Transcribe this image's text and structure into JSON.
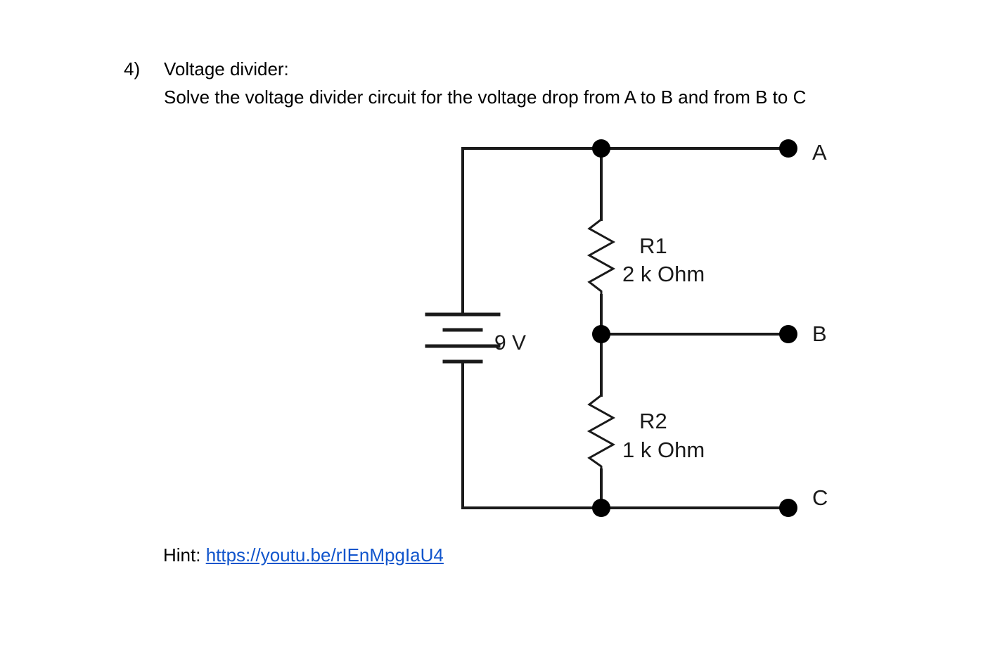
{
  "question": {
    "number": "4)",
    "title": "Voltage divider:",
    "body": "Solve the voltage divider circuit for the voltage drop from A to B and from B to C"
  },
  "circuit": {
    "source": {
      "type": "battery",
      "label": "9 V"
    },
    "components": [
      {
        "designator": "R1",
        "value": "2 k Ohm"
      },
      {
        "designator": "R2",
        "value": "1 k Ohm"
      }
    ],
    "terminals": [
      {
        "label": "A"
      },
      {
        "label": "B"
      },
      {
        "label": "C"
      }
    ],
    "wire_color": "#1a1a1a"
  },
  "hint": {
    "label": "Hint: ",
    "url_text": "https://youtu.be/rIEnMpgIaU4",
    "link_color": "#1155cc"
  }
}
